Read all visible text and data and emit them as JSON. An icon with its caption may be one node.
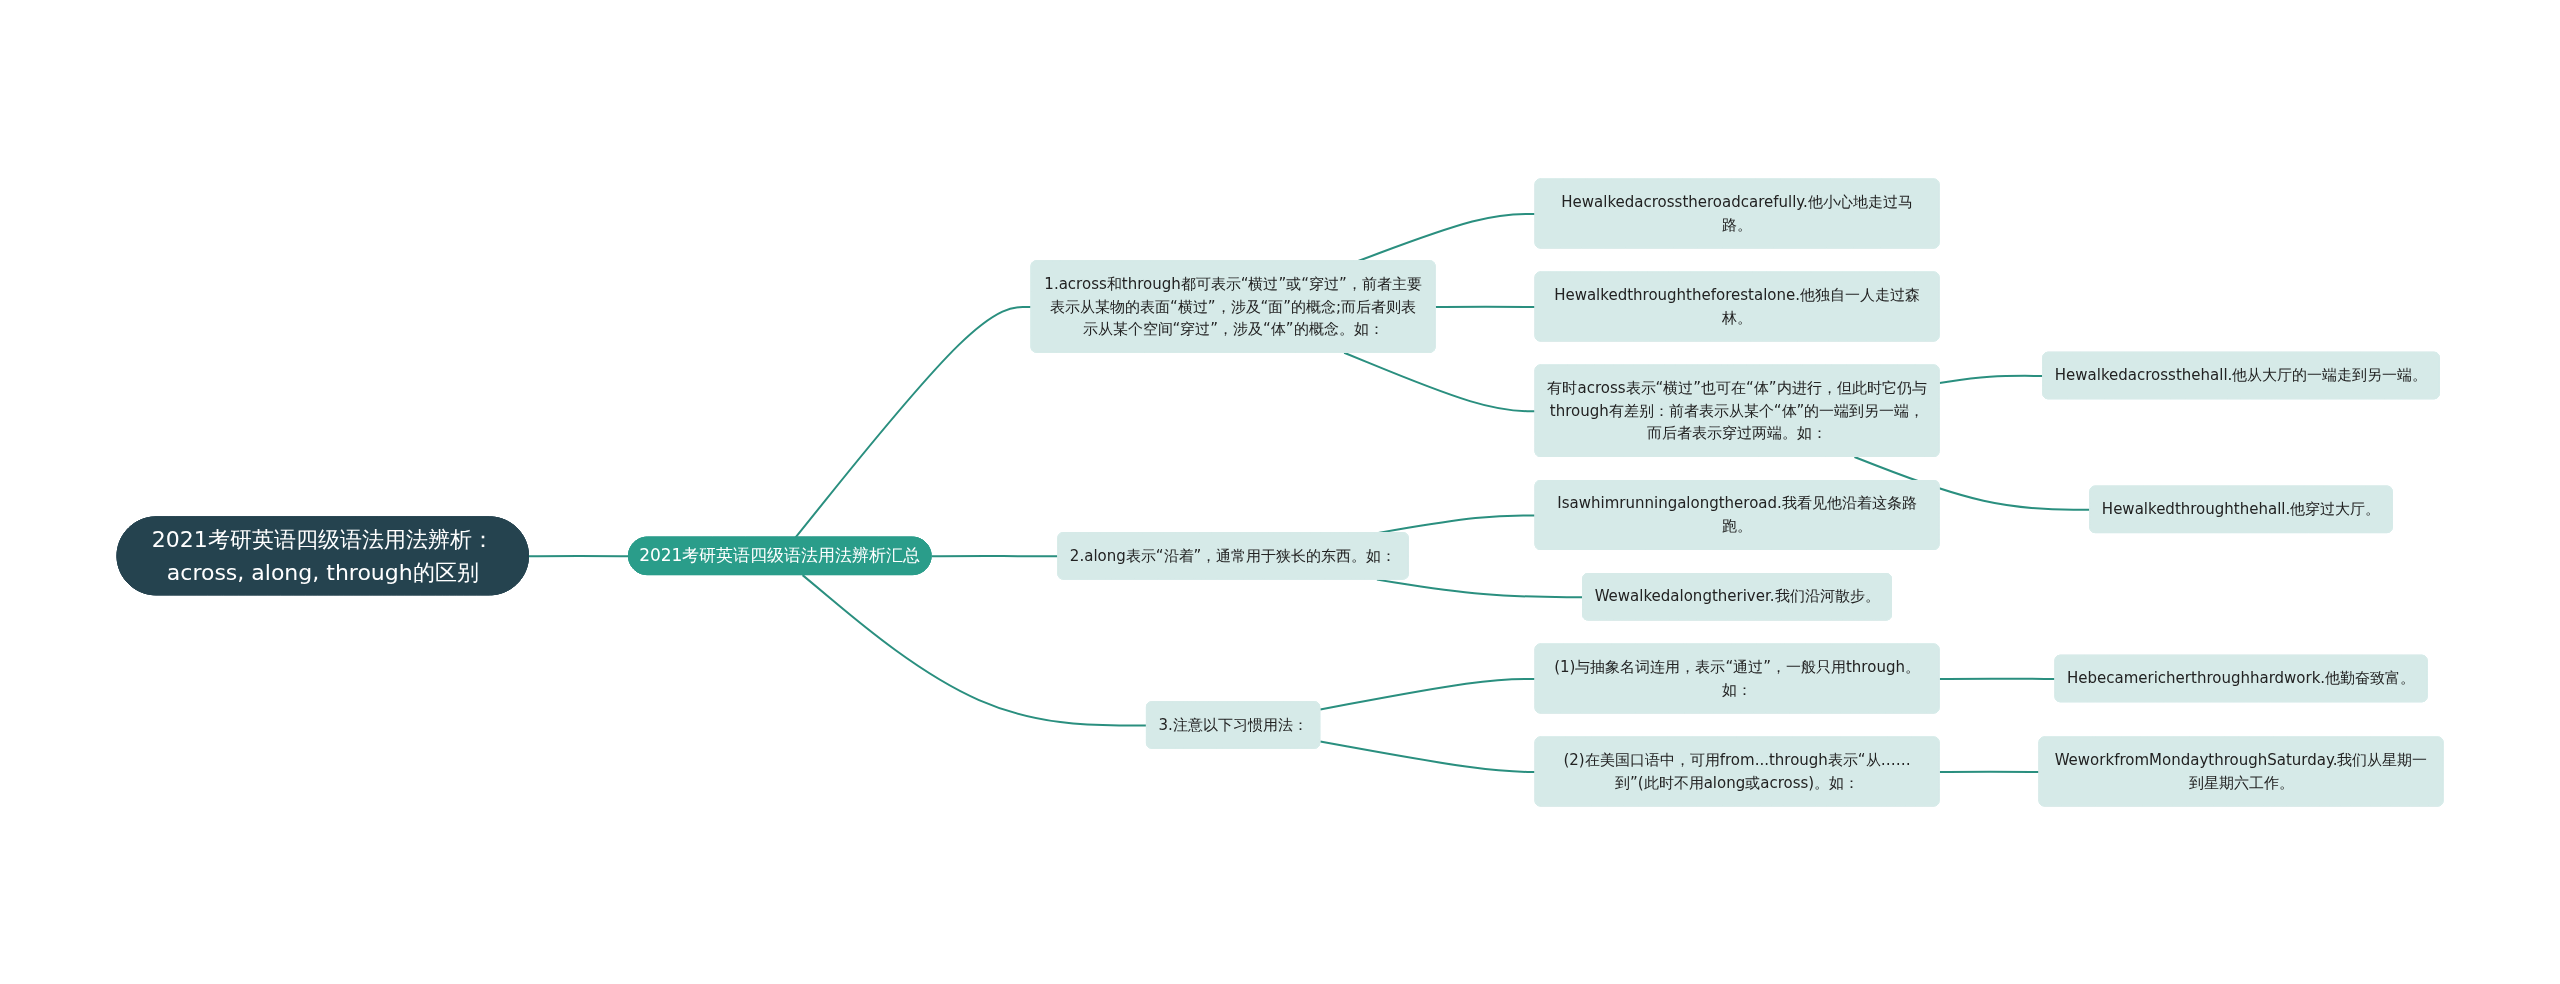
{
  "diagram": {
    "nodes": [
      {
        "text": [
          "2021考研英语四级语法用法辨析：across, along, through的区别"
        ]
      },
      {
        "text": [
          "2021考研英语四级语法用法辨析汇总"
        ]
      },
      {
        "text": [
          "1.across和through都可表示“横过”或“穿过”，前者主要表示从某物的表面“横过”，涉及“面”的概念;而后者则表示从某个空间“穿过”，涉及“体”的概念。如："
        ]
      },
      {
        "text": [
          "Hewalkedacrosstheroadcarefully.他小心地走过马路。"
        ]
      },
      {
        "text": [
          "Hewalkedthroughtheforestalone.他独自一人走过森林。"
        ]
      },
      {
        "text": [
          "有时across表示“横过”也可在“体”内进行，但此时它仍与through有差别：前者表示从某个“体”的一端到另一端，而后者表示穿过两端。如："
        ]
      },
      {
        "text": [
          "Hewalkedacrossthehall.他从大厅的一端走到另一端。"
        ]
      },
      {
        "text": [
          "Hewalkedthroughthehall.他穿过大厅。"
        ]
      },
      {
        "text": [
          "2.along表示“沿着”，通常用于狭长的东西。如："
        ]
      },
      {
        "text": [
          "Isawhimrunningalongtheroad.我看见他沿着这条路跑。"
        ]
      },
      {
        "text": [
          "Wewalkedalongtheriver.我们沿河散步。"
        ]
      },
      {
        "text": [
          "3.注意以下习惯用法："
        ]
      },
      {
        "text": [
          "(1)与抽象名词连用，表示“通过”，一般只用through。如："
        ]
      },
      {
        "text": [
          "Hebecamericherthroughhardwork.他勤奋致富。"
        ]
      },
      {
        "text": [
          "(2)在美国口语中，可用from...through表示“从……到”(此时不用along或across)。如："
        ]
      },
      {
        "text": [
          "WeworkfromMondaythroughSaturday.我们从星期一到星期六工作。"
        ]
      }
    ],
    "edges": [
      {
        "from": 0,
        "to": 1,
        "arrow": "none"
      },
      {
        "from": 1,
        "to": 2,
        "arrow": "none"
      },
      {
        "from": 2,
        "to": 3,
        "arrow": "none"
      },
      {
        "from": 2,
        "to": 4,
        "arrow": "none"
      },
      {
        "from": 2,
        "to": 5,
        "arrow": "none"
      },
      {
        "from": 5,
        "to": 6,
        "arrow": "none"
      },
      {
        "from": 5,
        "to": 7,
        "arrow": "none"
      },
      {
        "from": 1,
        "to": 8,
        "arrow": "none"
      },
      {
        "from": 8,
        "to": 9,
        "arrow": "none"
      },
      {
        "from": 8,
        "to": 10,
        "arrow": "none"
      },
      {
        "from": 1,
        "to": 11,
        "arrow": "none"
      },
      {
        "from": 11,
        "to": 12,
        "arrow": "none"
      },
      {
        "from": 12,
        "to": 13,
        "arrow": "none"
      },
      {
        "from": 11,
        "to": 14,
        "arrow": "none"
      },
      {
        "from": 14,
        "to": 15,
        "arrow": "none"
      }
    ]
  }
}
